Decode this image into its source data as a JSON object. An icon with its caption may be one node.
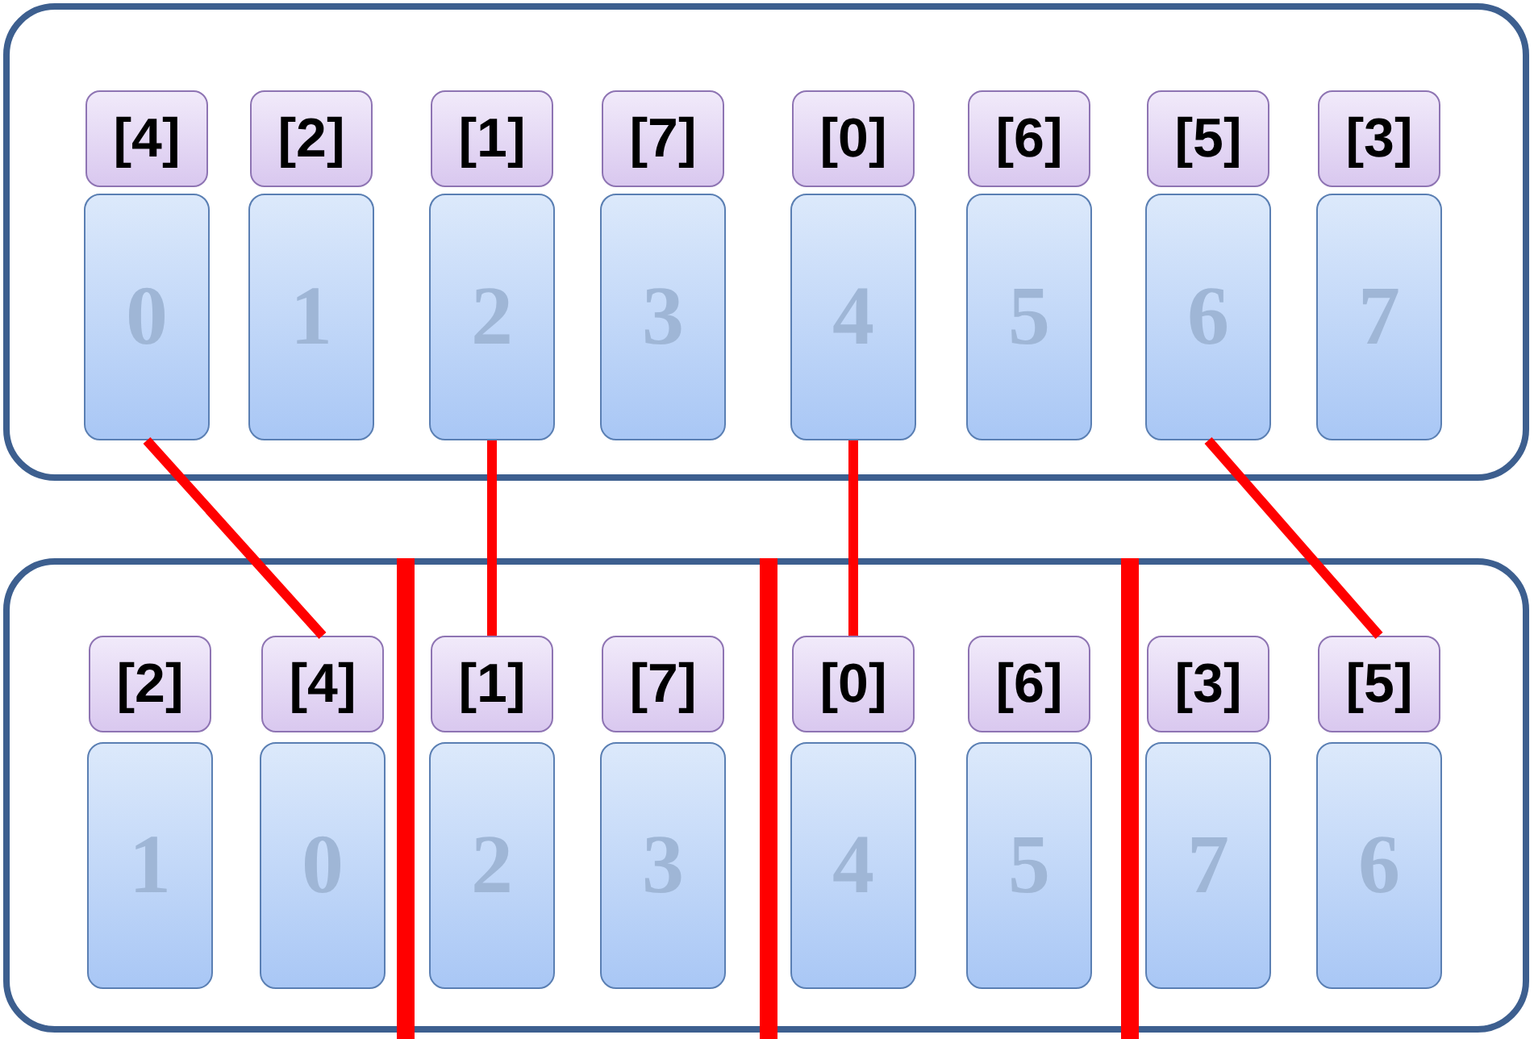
{
  "diagram": {
    "nodes": [
      {
        "text": [],
        "shape": "box"
      },
      {
        "text": [
          "[4]"
        ],
        "in": 0
      },
      {
        "text": [
          "[2]"
        ],
        "in": 0
      },
      {
        "text": [
          "[1]"
        ],
        "in": 0
      },
      {
        "text": [
          "[7]"
        ],
        "in": 0
      },
      {
        "text": [
          "[0]"
        ],
        "in": 0
      },
      {
        "text": [
          "[6]"
        ],
        "in": 0
      },
      {
        "text": [
          "[5]"
        ],
        "in": 0
      },
      {
        "text": [
          "[3]"
        ],
        "in": 0
      },
      {
        "text": [
          "0"
        ],
        "in": 0
      },
      {
        "text": [
          "1"
        ],
        "in": 0
      },
      {
        "text": [
          "2"
        ],
        "in": 0
      },
      {
        "text": [
          "3"
        ],
        "in": 0
      },
      {
        "text": [
          "4"
        ],
        "in": 0
      },
      {
        "text": [
          "5"
        ],
        "in": 0
      },
      {
        "text": [
          "6"
        ],
        "in": 0
      },
      {
        "text": [
          "7"
        ],
        "in": 0
      },
      {
        "text": [],
        "shape": "box"
      },
      {
        "text": [
          "[2]"
        ],
        "in": 17
      },
      {
        "text": [
          "[4]"
        ],
        "in": 17
      },
      {
        "text": [
          "[1]"
        ],
        "in": 17
      },
      {
        "text": [
          "[7]"
        ],
        "in": 17
      },
      {
        "text": [
          "[0]"
        ],
        "in": 17
      },
      {
        "text": [
          "[6]"
        ],
        "in": 17
      },
      {
        "text": [
          "[3]"
        ],
        "in": 17
      },
      {
        "text": [
          "[5]"
        ],
        "in": 17
      },
      {
        "text": [
          "1"
        ],
        "in": 17
      },
      {
        "text": [
          "0"
        ],
        "in": 17
      },
      {
        "text": [
          "2"
        ],
        "in": 17
      },
      {
        "text": [
          "3"
        ],
        "in": 17
      },
      {
        "text": [
          "4"
        ],
        "in": 17
      },
      {
        "text": [
          "5"
        ],
        "in": 17
      },
      {
        "text": [
          "7"
        ],
        "in": 17
      },
      {
        "text": [
          "6"
        ],
        "in": 17
      }
    ],
    "edges": [
      {
        "from": 9,
        "to": 19,
        "arrow": "none"
      },
      {
        "from": 11,
        "to": 20,
        "arrow": "none"
      },
      {
        "from": 13,
        "to": 22,
        "arrow": "none"
      },
      {
        "from": 15,
        "to": 25,
        "arrow": "none"
      }
    ]
  }
}
